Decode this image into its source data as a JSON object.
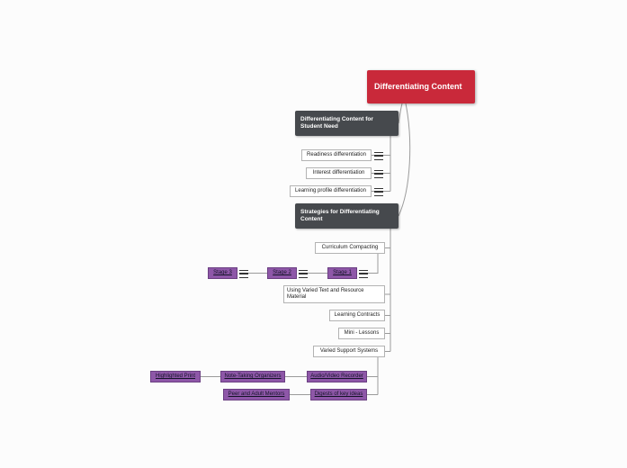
{
  "colors": {
    "canvas_bg": "#fcfcfc",
    "root_bg": "#c9293a",
    "branch_bg": "#46494d",
    "leaf_border": "#b3b3b3",
    "purple_bg": "#8e57a8",
    "purple_border": "#6b3f82",
    "line": "#9b9b9b"
  },
  "icons": {
    "notes_icon": "≡"
  },
  "root": {
    "label": "Differentiating Content"
  },
  "branches": [
    {
      "label": "Differentiating Content for Student Need",
      "children": [
        {
          "label": "Readiness differentiation"
        },
        {
          "label": "Interest differentiation"
        },
        {
          "label": "Learning profile differentiation"
        }
      ]
    },
    {
      "label": "Strategies for Differentiating Content",
      "children": [
        {
          "label": "Curriculum Compacting",
          "children": [
            {
              "label": "Stage 3"
            },
            {
              "label": "Stage 2"
            },
            {
              "label": "Stage 1"
            }
          ]
        },
        {
          "label": "Using Varied Text and Resource Material"
        },
        {
          "label": "Learning Contracts"
        },
        {
          "label": "Mini - Lessons"
        },
        {
          "label": "Varied Support Systems",
          "children": [
            {
              "label": "Highlighted Print"
            },
            {
              "label": "Note-Taking Organizers"
            },
            {
              "label": "Audio/Video Recorder"
            },
            {
              "label": "Peer and Adult Mentors"
            },
            {
              "label": "Digests of key ideas"
            }
          ]
        }
      ]
    }
  ]
}
